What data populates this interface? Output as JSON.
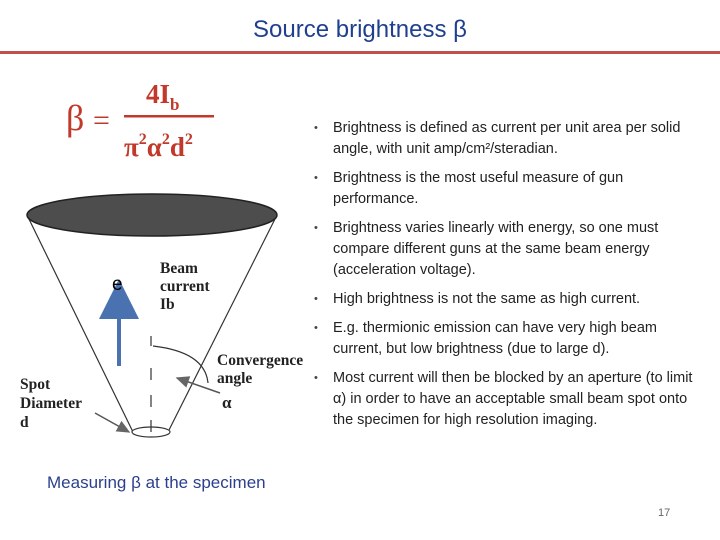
{
  "slide": {
    "title": "Source brightness β",
    "caption": "Measuring β at the specimen",
    "page_number": "17"
  },
  "formula": {
    "lhs": "β",
    "equals": "=",
    "numerator": "4I",
    "numerator_sub": "b",
    "denominator_parts": [
      "π",
      "2",
      "α",
      "2",
      "d",
      "2"
    ]
  },
  "diagram": {
    "electron_label": "e",
    "beam_current_label": [
      "Beam",
      "current",
      "Ib"
    ],
    "convergence_angle_label": [
      "Convergence",
      "angle",
      "α"
    ],
    "spot_diameter_label": [
      "Spot",
      "Diameter",
      "d"
    ]
  },
  "bullets": [
    "Brightness is defined as current per unit area per solid angle, with unit amp/cm²/steradian.",
    "Brightness is the most useful measure of gun performance.",
    "Brightness varies linearly with energy, so one must compare different guns at the same beam energy (acceleration voltage).",
    "High brightness is not the same as high current.",
    "E.g. thermionic emission can have very high beam current, but low brightness (due to large d).",
    "Most current will then be blocked by an aperture (to limit α) in order to have an acceptable small beam spot onto the specimen for high resolution imaging."
  ],
  "bullet_glyph": "•",
  "colors": {
    "title": "#1f3f8f",
    "rule": "#c0504d",
    "formula": "#c0392b",
    "electron_arrow": "#4a72b0",
    "beam_ellipse": "#4d4d4d"
  }
}
